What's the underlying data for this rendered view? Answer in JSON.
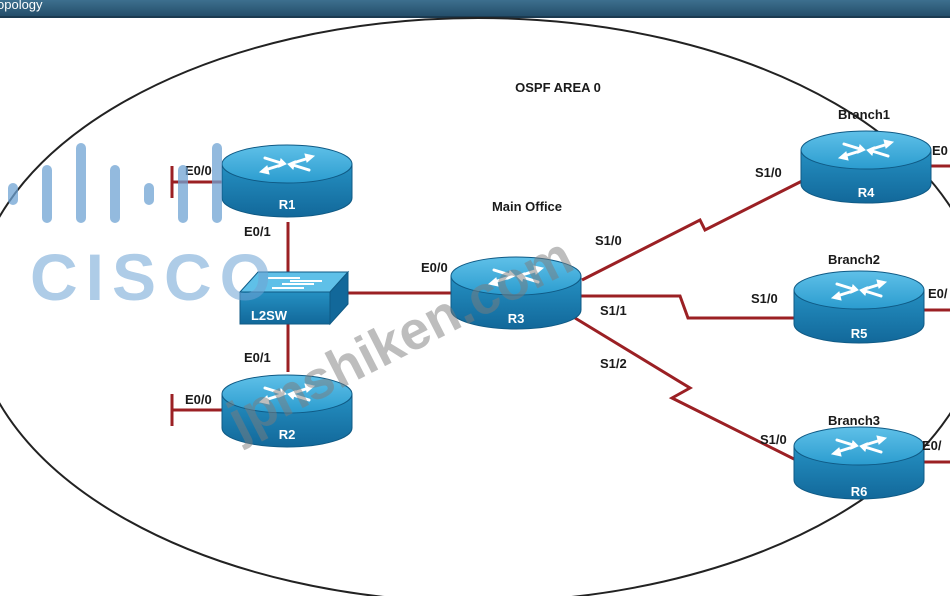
{
  "header": {
    "title": "opology"
  },
  "diagram": {
    "area_label": "OSPF AREA 0",
    "sites": {
      "main_office": "Main Office",
      "branch1": "Branch1",
      "branch2": "Branch2",
      "branch3": "Branch3"
    },
    "devices": {
      "r1": "R1",
      "r2": "R2",
      "r3": "R3",
      "r4": "R4",
      "r5": "R5",
      "r6": "R6",
      "switch": "L2SW"
    },
    "interfaces": {
      "r1_e00": "E0/0",
      "r1_e01": "E0/1",
      "r2_e01": "E0/1",
      "r2_e00": "E0/0",
      "r3_e00": "E0/0",
      "r3_s10": "S1/0",
      "r3_s11": "S1/1",
      "r3_s12": "S1/2",
      "r4_s10": "S1/0",
      "r4_e0": "E0",
      "r5_s10": "S1/0",
      "r5_e0": "E0/",
      "r6_s10": "S1/0",
      "r6_e0": "E0/"
    }
  },
  "watermarks": {
    "logo_text": "CISCO",
    "site_text": "jpnshiken.com"
  },
  "colors": {
    "link": "#9b2024",
    "router_body": "#1f8fc0",
    "router_top": "#3aa9d8",
    "header": "#2f5e7e"
  }
}
